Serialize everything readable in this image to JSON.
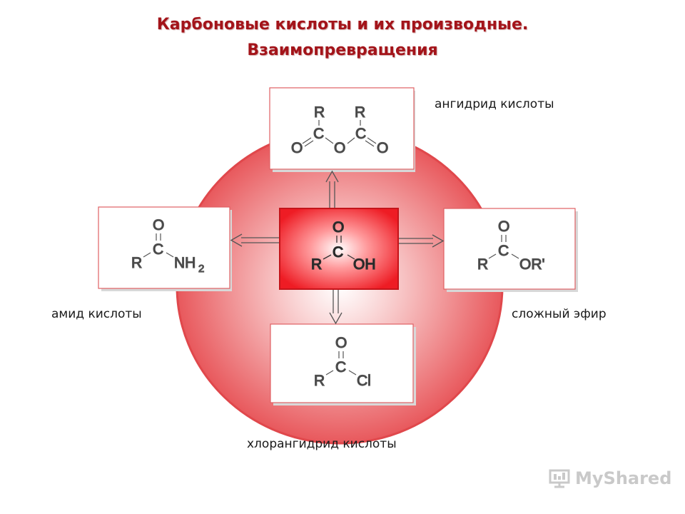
{
  "title": {
    "line1": "Карбоновые кислоты и их производные.",
    "line2": "Взаимопревращения"
  },
  "labels": {
    "anhydride": "ангидрид кислоты",
    "amide": "амид кислоты",
    "ester": "сложный эфир",
    "chloride": "хлорангидрид кислоты"
  },
  "formulas": {
    "center": {
      "top": "O",
      "c": "C",
      "left": "R",
      "right": "OH"
    },
    "anhydride": {
      "r1": "R",
      "r2": "R",
      "c1": "C",
      "c2": "C",
      "o1": "O",
      "o2": "O",
      "o3": "O"
    },
    "amide": {
      "top": "O",
      "c": "C",
      "left": "R",
      "right": "NH",
      "sub": "2"
    },
    "ester": {
      "top": "O",
      "c": "C",
      "left": "R",
      "right": "OR'"
    },
    "chloride": {
      "top": "O",
      "c": "C",
      "left": "R",
      "right": "Cl"
    }
  },
  "logo": {
    "text": "MyShared",
    "icon": "presentation-board-icon"
  },
  "colors": {
    "title": "#a3141a",
    "circle": "#e35b5f",
    "box_border": "#e06063",
    "center_box": "#f01e24"
  }
}
